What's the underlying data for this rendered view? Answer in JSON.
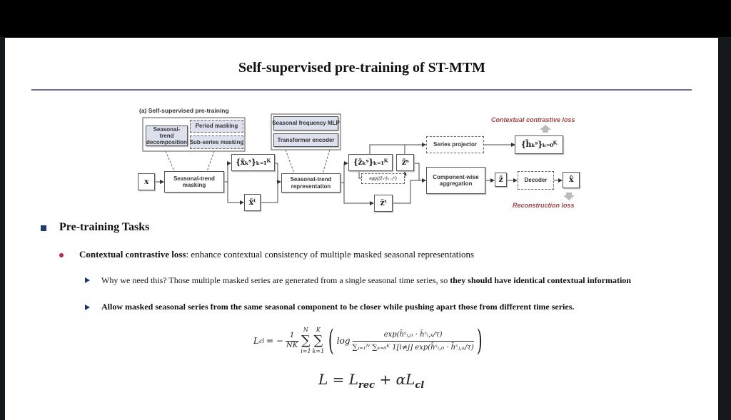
{
  "slide": {
    "title": "Self-supervised pre-training of ST-MTM",
    "diagram": {
      "caption": "(a) Self-supervised pre-training",
      "period_masking": "Period masking",
      "decomposition": "Seasonal-trend decomposition",
      "subseries_masking": "Sub-series masking",
      "freq_mlp": "Seasonal frequency MLP",
      "transformer": "Transformer encoder",
      "input_x": "x",
      "st_masking": "Seasonal-trend masking",
      "x_seasonal": "{x̄ₖˢ}ₖ₌₁ᴷ",
      "x_trend": "x̄ᵗ",
      "st_representation": "Seasonal-trend representation",
      "z_seasonal_set": "{z̄ₖˢ}ₖ₌₁ᴷ",
      "z_seasonal": "z̄ˢ",
      "agg": "agg({z̄ₖˢ}ₖ₌₁ᴷ)",
      "z_trend": "z̄ᵗ",
      "series_projector": "Series projector",
      "h_set": "{h̄ₖˢ}ₖ₌₀ᴷ",
      "contrastive_loss": "Contextual contrastive loss",
      "aggregation": "Component-wise aggregation",
      "z_bar": "z̄",
      "decoder": "Decoder",
      "x_hat": "x̂",
      "reconstruction_loss": "Reconstruction loss"
    },
    "heading": "Pre-training Tasks",
    "bullet1_bold": "Contextual contrastive loss",
    "bullet1_rest": ": enhance contextual consistency of multiple masked seasonal representations",
    "sub1_plain": "Why we need this? Those multiple masked series are generated from a single seasonal time series, so ",
    "sub1_bold": "they should have identical contextual information",
    "sub2_bold": "Allow masked seasonal series from the same seasonal component to be closer while pushing apart those from different time series.",
    "formula": {
      "lhs": "L",
      "lhs_sub": "cl",
      "eq": "= −",
      "frac_num": "1",
      "frac_den": "NK",
      "sum1_top": "N",
      "sum1_bot": "i=1",
      "sum2_top": "K",
      "sum2_bot": "k=1",
      "sigma": "∑",
      "log": "log",
      "numerator": "exp(h̄ˢᵢ,₀ · h̄ˢᵢ,ₖ/τ)",
      "denominator": "∑ⱼ₌₁ᴺ ∑ₖ₌₀ᴷ 1[i≠j] exp(h̄ˢᵢ,₀ · h̄ˢⱼ,ₖ/τ)"
    },
    "total_loss": "L = L",
    "total_rec": "rec",
    "total_mid": " + αL",
    "total_cl": "cl"
  },
  "colors": {
    "accent": "#1f3a6e",
    "bullet": "#b0245a",
    "loss": "#a04545",
    "rule": "#6b6f9a"
  }
}
